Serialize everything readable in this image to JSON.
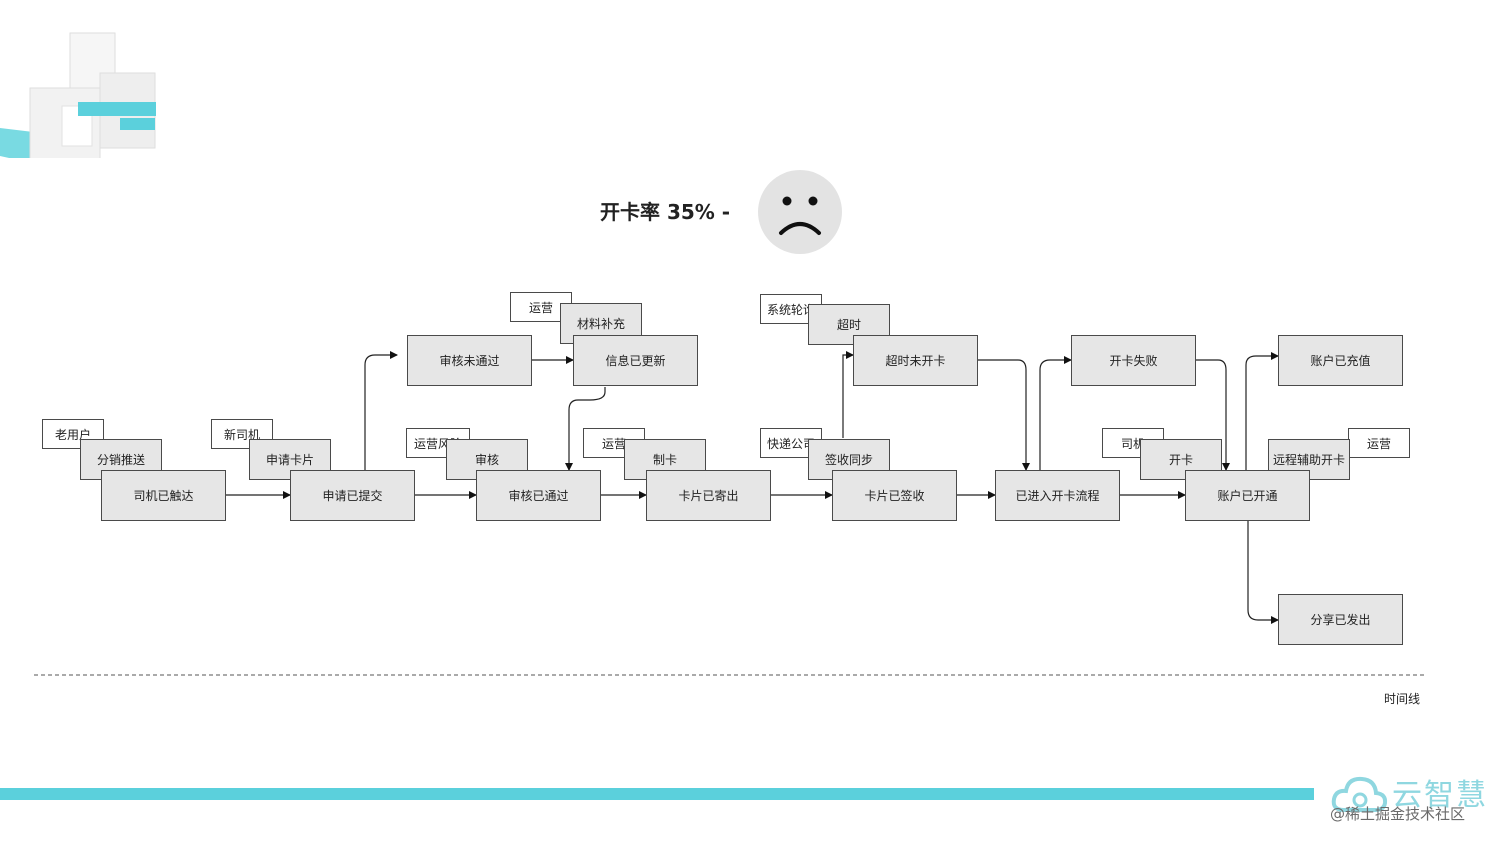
{
  "headline": "开卡率 35% -",
  "face_icon": "sad-face-icon",
  "nodes": {
    "driver_reached": "司机已触达",
    "distribution": "分销推送",
    "old_user": "老用户",
    "new_driver": "新司机",
    "apply_card": "申请卡片",
    "application_submitted": "申请已提交",
    "review_failed": "审核未通过",
    "ops_tag_1": "运营",
    "material_supplement": "材料补充",
    "info_updated": "信息已更新",
    "ops_risk": "运营风险",
    "review": "审核",
    "review_passed": "审核已通过",
    "ops_tag_2": "运营",
    "make_card": "制卡",
    "card_mailed": "卡片已寄出",
    "system_polling": "系统轮询",
    "timeout": "超时",
    "timeout_not_opened": "超时未开卡",
    "courier": "快递公司",
    "sign_sync": "签收同步",
    "card_signed": "卡片已签收",
    "open_flow_entered": "已进入开卡流程",
    "open_failed": "开卡失败",
    "driver_tag": "司机",
    "open_card": "开卡",
    "remote_assist": "远程辅助开卡",
    "ops_tag_3": "运营",
    "account_opened": "账户已开通",
    "account_recharged": "账户已充值",
    "share_sent": "分享已发出"
  },
  "timeline_label": "时间线",
  "brand": {
    "name": "云智慧",
    "accent_color": "#5bd0dc",
    "watermark": "@稀土掘金技术社区"
  }
}
